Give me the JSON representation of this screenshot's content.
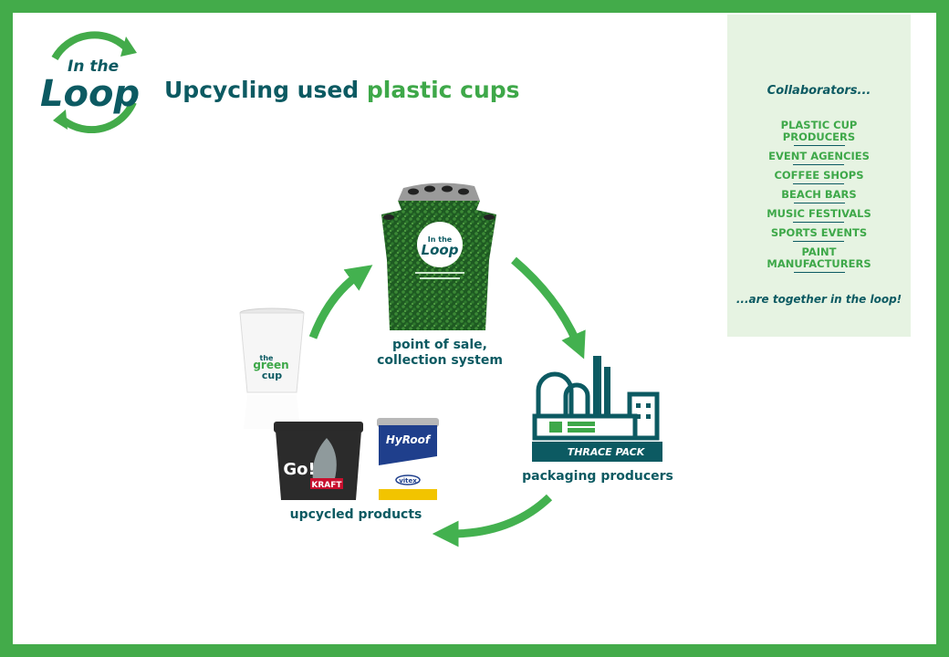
{
  "header": {
    "logo_text_top": "In the",
    "logo_text_main": "Loop",
    "title_main": "Upcycling used ",
    "title_accent": "plastic cups"
  },
  "collaborators": {
    "heading": "Collaborators...",
    "items": [
      "PLASTIC CUP PRODUCERS",
      "EVENT AGENCIES",
      "COFFEE SHOPS",
      "BEACH BARS",
      "MUSIC FESTIVALS",
      "SPORTS EVENTS",
      "PAINT MANUFACTURERS"
    ],
    "footer": "...are together in the loop!"
  },
  "cycle": {
    "collection": {
      "label_line1": "point of sale,",
      "label_line2": "collection system"
    },
    "producers": {
      "label": "packaging producers",
      "brand": "THRACE PACK"
    },
    "products": {
      "label": "upcycled products",
      "bucket_text": "Go!",
      "bucket_brand": "KRAFT",
      "can_text": "HyRoof",
      "can_brand": "vitex"
    },
    "cup": {
      "text_top": "the",
      "text_mid": "green",
      "text_bot": "cup"
    }
  },
  "colors": {
    "frame": "#43ab4a",
    "accent_green": "#3ea849",
    "dark_teal": "#0c5a62",
    "panel_bg": "#e6f3e2"
  }
}
